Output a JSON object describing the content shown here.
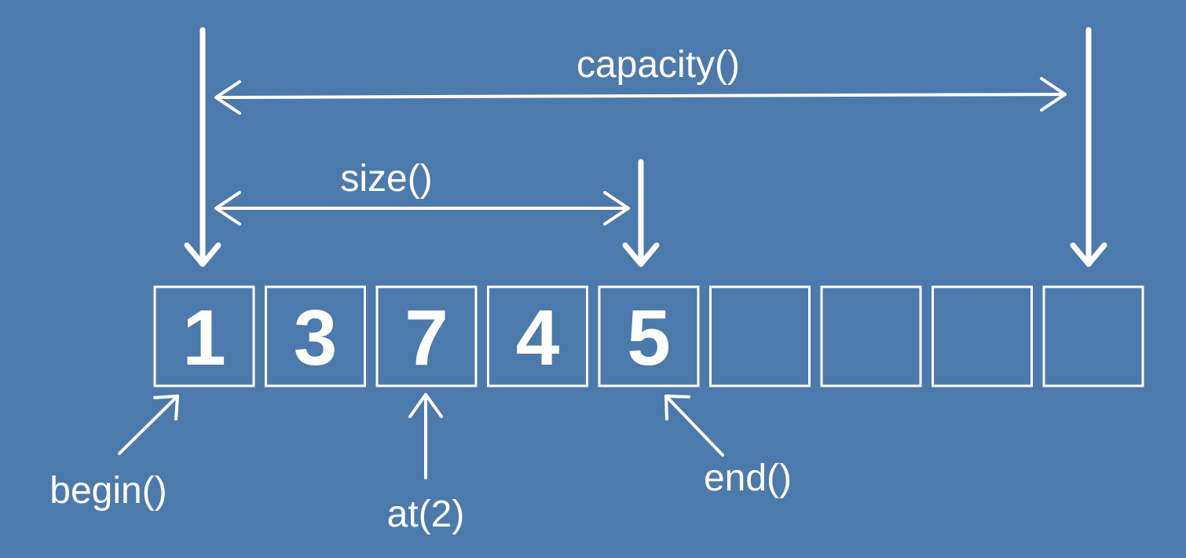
{
  "colors": {
    "background": "#4d7aad",
    "foreground": "#ffffff"
  },
  "cells": [
    "1",
    "3",
    "7",
    "4",
    "5",
    "",
    "",
    "",
    ""
  ],
  "labels": {
    "capacity": "capacity()",
    "size": "size()",
    "begin": "begin()",
    "at": "at(2)",
    "end": "end()"
  }
}
